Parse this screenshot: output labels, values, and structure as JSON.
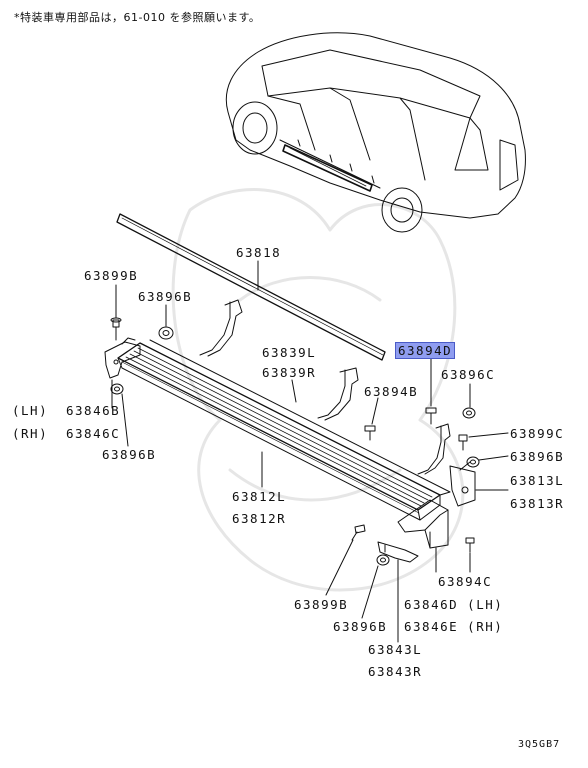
{
  "note": "*特装車専用部品は，61-010 を参照願います。",
  "labels": {
    "l63818": "63818",
    "l63899b_top": "63899B",
    "l63896b_top": "63896B",
    "l63839l": "63839L",
    "l63839r": "63839R",
    "l63894d": "63894D",
    "l63894b": "63894B",
    "l63896c": "63896C",
    "lh": "(LH)",
    "l63846b": "63846B",
    "rh": "(RH)",
    "l63846c": "63846C",
    "l63896b_left": "63896B",
    "l63899c": "63899C",
    "l63896b_right": "63896B",
    "l63813l": "63813L",
    "l63813r": "63813R",
    "l63812l": "63812L",
    "l63812r": "63812R",
    "l63894c": "63894C",
    "l63899b_bottom": "63899B",
    "l63846d": "63846D (LH)",
    "l63896b_bottom": "63896B",
    "l63846e": "63846E (RH)",
    "l63843l": "63843L",
    "l63843r": "63843R"
  },
  "code": "3Q5GB7",
  "colors": {
    "highlight": "#8f9df0",
    "line": "#111111"
  }
}
